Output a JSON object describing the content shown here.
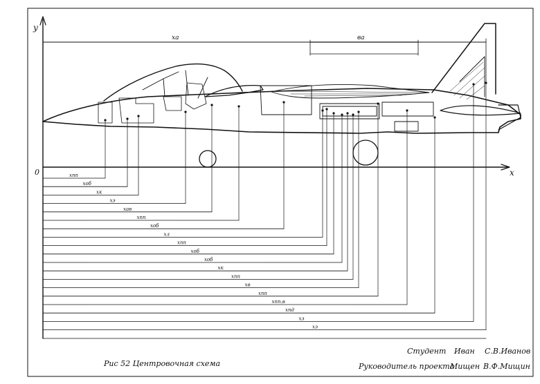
{
  "axes": {
    "y_label": "y",
    "x_label": "x",
    "origin_label": "0"
  },
  "top_dims": {
    "overall_label": "xa",
    "span_label": "ва"
  },
  "dim_labels": [
    "хпп",
    "хоб",
    "хк",
    "хэ",
    "хав",
    "хпп",
    "хоб",
    "хл",
    "хпп",
    "хоб",
    "хоб",
    "хк",
    "хпп",
    "хв",
    "хпп",
    "хпп.в",
    "хпд",
    "хэ",
    "хэ"
  ],
  "caption": "Рис 52  Центровочная схема",
  "student": {
    "role": "Студент",
    "signature": "Иван",
    "name": "С.В.Иванов"
  },
  "supervisor": {
    "role": "Руководитель проекта",
    "signature": "Мищен",
    "name": "В.Ф.Мищин"
  }
}
